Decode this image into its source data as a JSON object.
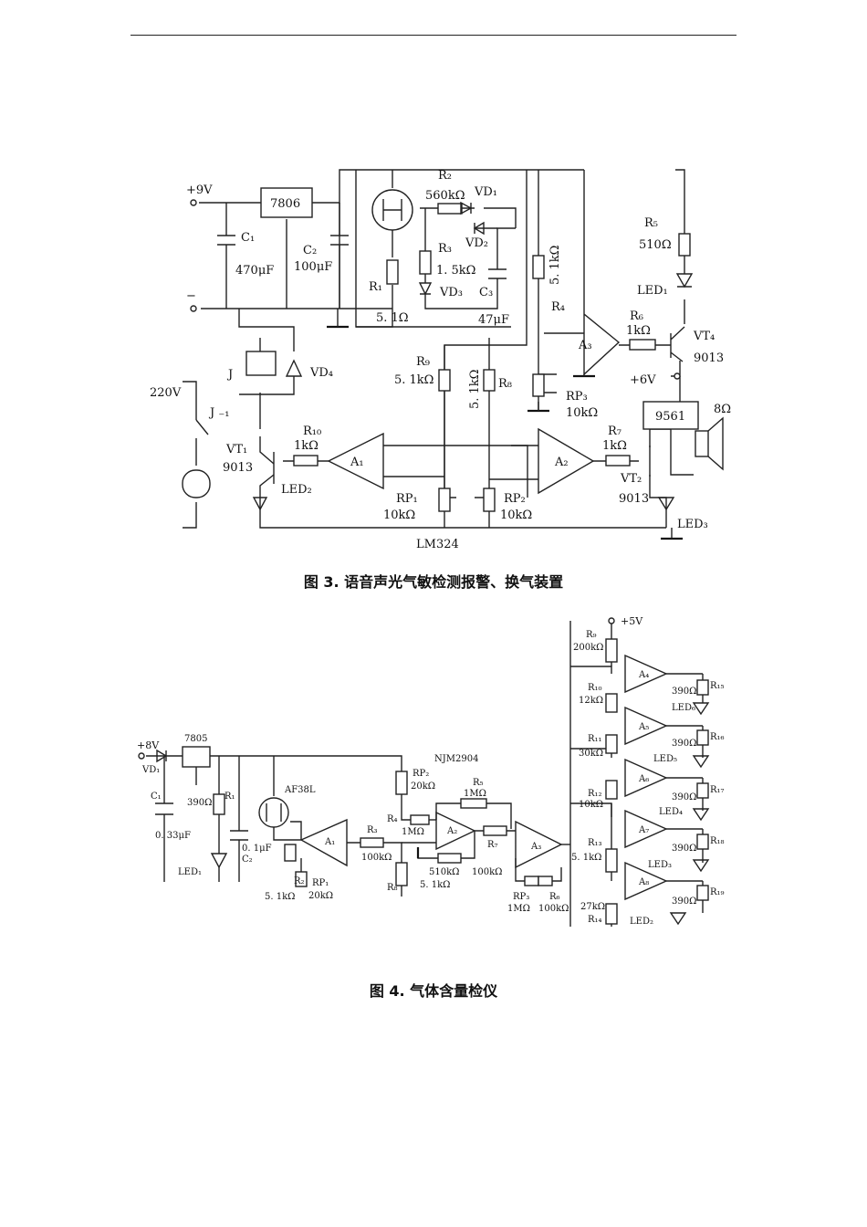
{
  "figure3": {
    "caption": "图 3. 语音声光气敏检测报警、换气装置",
    "labels": {
      "supply_pos": "+9V",
      "supply_neg": "−",
      "regulator": "7806",
      "c1": "C₁",
      "c1_val": "470μF",
      "c2": "C₂",
      "c2_val": "100μF",
      "r1": "R₁",
      "r1_val": "5. 1Ω",
      "r2": "R₂",
      "r2_val": "560kΩ",
      "vd1": "VD₁",
      "vd2": "VD₂",
      "r3": "R₃",
      "r3_val": "1. 5kΩ",
      "vd3": "VD₃",
      "c3": "C₃",
      "c3_val": "47μF",
      "r4": "R₄",
      "r4_val": "5. 1kΩ",
      "r5": "R₅",
      "r5_val": "510Ω",
      "led1": "LED₁",
      "r6": "R₆",
      "r6_val": "1kΩ",
      "vt4": "VT₄",
      "vt4_val": "9013",
      "a3": "A₃",
      "plus6v": "+6V",
      "rp3": "RP₃",
      "rp3_val": "10kΩ",
      "ic9561": "9561",
      "spk": "8Ω",
      "relay": "J",
      "vd4": "VD₄",
      "mains": "220V",
      "j1": "J ₋₁",
      "r9": "R₉",
      "r9_val": "5. 1kΩ",
      "r8": "R₈",
      "r8_val": "5. 1kΩ",
      "r10": "R₁₀",
      "r10_val": "1kΩ",
      "a1": "A₁",
      "a2": "A₂",
      "r7": "R₇",
      "r7_val": "1kΩ",
      "vt1": "VT₁",
      "vt1_val": "9013",
      "led2": "LED₂",
      "rp1": "RP₁",
      "rp1_val": "10kΩ",
      "rp2": "RP₂",
      "rp2_val": "10kΩ",
      "vt2": "VT₂",
      "vt2_val": "9013",
      "led3": "LED₃",
      "lm324": "LM324"
    }
  },
  "figure4": {
    "caption": "图 4. 气体含量检仪",
    "labels": {
      "supply": "+8V",
      "vd1": "VD₁",
      "reg": "7805",
      "c1": "C₁",
      "c1_val": "0. 33μF",
      "r1": "R₁",
      "r1_val": "390Ω",
      "c2": "C₂",
      "c2_val": "0. 1μF",
      "led1": "LED₁",
      "sensor": "AF38L",
      "r2": "R₂",
      "r2_val": "5. 1kΩ",
      "rp1": "RP₁",
      "rp1_val": "20kΩ",
      "a1": "A₁",
      "r3": "R₃",
      "r3_val": "100kΩ",
      "rp2": "RP₂",
      "rp2_val": "20kΩ",
      "njm": "NJM2904",
      "r4": "R₄",
      "r4_val": "1MΩ",
      "r8": "R₈",
      "r8_val": "5. 1kΩ",
      "r5": "R₅",
      "r5_val": "1MΩ",
      "a2": "A₂",
      "r6_510": "510kΩ",
      "r7": "R₇",
      "r7_val": "100kΩ",
      "a3": "A₃",
      "rp3": "RP₃",
      "rp3_val": "1MΩ",
      "r6": "R₆",
      "r6_val": "100kΩ",
      "plus5v": "+5V",
      "r9": "R₉",
      "r9_val": "200kΩ",
      "r10": "R₁₀",
      "r10_val": "12kΩ",
      "r11": "R₁₁",
      "r11_val": "30kΩ",
      "r12": "R₁₂",
      "r12_val": "10kΩ",
      "r13": "R₁₃",
      "r13_val": "5. 1kΩ",
      "r14": "R₁₄",
      "r14_val": "27kΩ",
      "a4": "A₄",
      "a5": "A₅",
      "a6": "A₆",
      "a7": "A₇",
      "a8": "A₈",
      "r15": "R₁₅",
      "r16": "R₁₆",
      "r17": "R₁₇",
      "r18": "R₁₈",
      "r19": "R₁₉",
      "r390": "390Ω",
      "led6": "LED₆",
      "led5": "LED₅",
      "led4": "LED₄",
      "led3": "LED₃",
      "led2": "LED₂"
    }
  }
}
